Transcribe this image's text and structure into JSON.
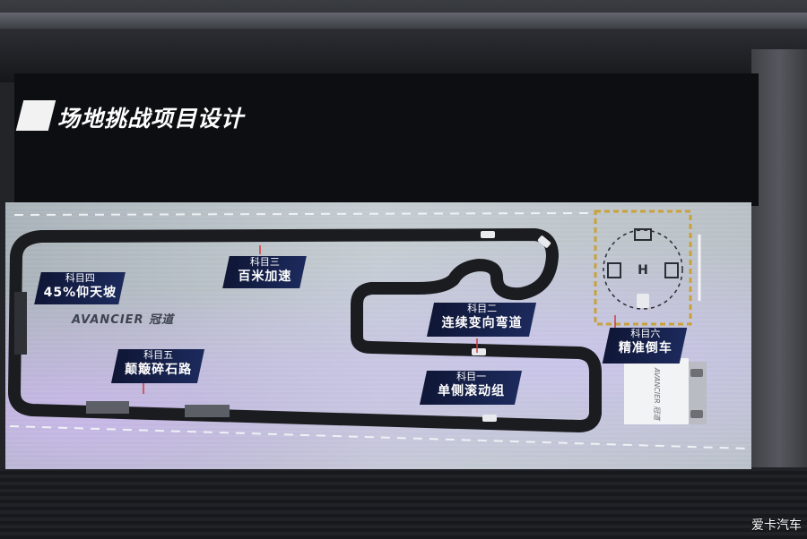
{
  "header": {
    "title": "场地挑战项目设计"
  },
  "brand_logo": "AVANCIER 冠道",
  "stations": [
    {
      "number": "科目一",
      "name": "单侧滚动组"
    },
    {
      "number": "科目二",
      "name": "连续变向弯道"
    },
    {
      "number": "科目三",
      "name": "百米加速"
    },
    {
      "number": "科目四",
      "name": "45%仰天坡"
    },
    {
      "number": "科目五",
      "name": "颠簸碎石路"
    },
    {
      "number": "科目六",
      "name": "精准倒车"
    }
  ],
  "garage_sign": "AVANCIER 冠道",
  "watermark": "爱卡汽车",
  "colors": {
    "track": "#1b1c20",
    "label_bg": "#15204a",
    "parking_border": "#c8a23a"
  }
}
